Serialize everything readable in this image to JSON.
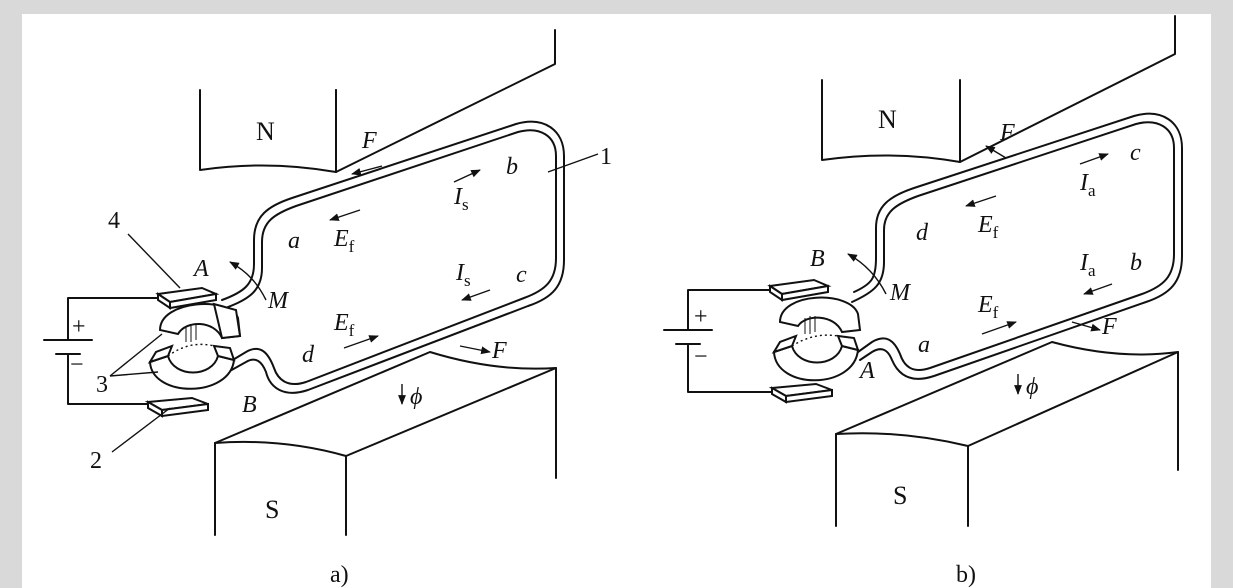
{
  "colors": {
    "page_bg": "#d9d9d9",
    "panel_bg": "#ffffff",
    "ink": "#111111"
  },
  "figure_a": {
    "caption": "a)",
    "pole_north": "N",
    "pole_south": "S",
    "flux": "ϕ",
    "force_upper": "F",
    "force_lower": "F",
    "point_a": "a",
    "point_b": "b",
    "point_c": "c",
    "point_d": "d",
    "current_top": {
      "main": "I",
      "sub": "s"
    },
    "current_bottom": {
      "main": "I",
      "sub": "s"
    },
    "emf_top": {
      "main": "E",
      "sub": "f"
    },
    "emf_bottom": {
      "main": "E",
      "sub": "f"
    },
    "brush_top": "A",
    "brush_bottom": "B",
    "torque": "M",
    "plus": "+",
    "minus": "−",
    "num_1": "1",
    "num_2": "2",
    "num_3": "3",
    "num_4": "4"
  },
  "figure_b": {
    "caption": "b)",
    "pole_north": "N",
    "pole_south": "S",
    "flux": "ϕ",
    "force_upper": "F",
    "force_lower": "F",
    "point_a": "a",
    "point_b": "b",
    "point_c": "c",
    "point_d": "d",
    "current_top": {
      "main": "I",
      "sub": "a"
    },
    "current_bottom": {
      "main": "I",
      "sub": "a"
    },
    "emf_top": {
      "main": "E",
      "sub": "f"
    },
    "emf_bottom": {
      "main": "E",
      "sub": "f"
    },
    "brush_top": "B",
    "brush_bottom": "A",
    "torque": "M",
    "plus": "+",
    "minus": "−"
  }
}
